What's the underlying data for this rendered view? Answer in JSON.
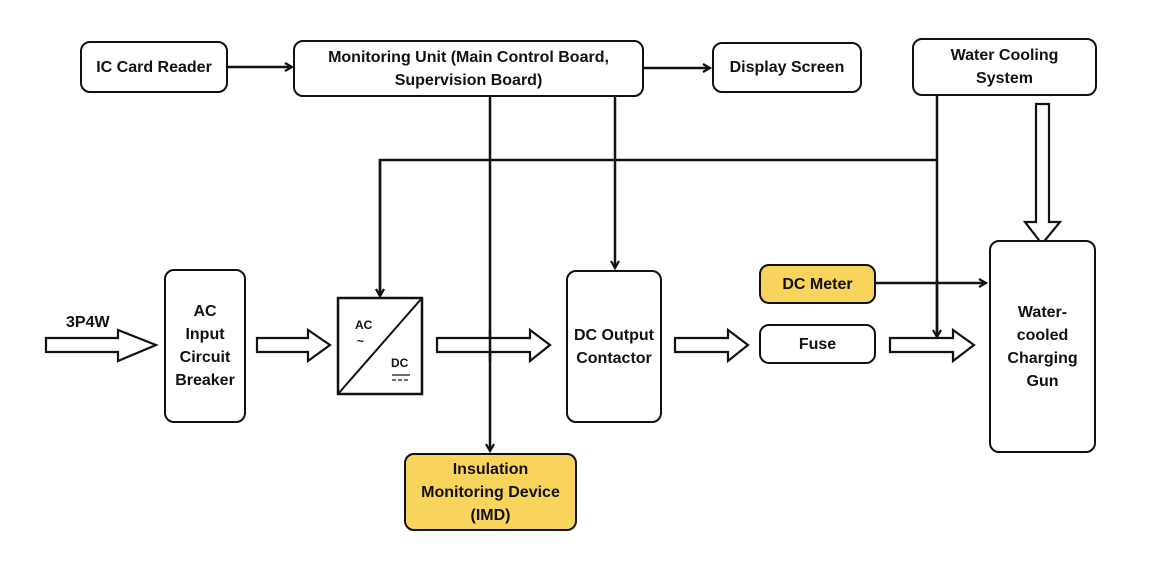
{
  "diagram": {
    "title": "Water-cooled DC charger block diagram",
    "accent_color": "#F9D45C",
    "nodes": {
      "ic_card_reader": "IC Card Reader",
      "monitoring_unit": "Monitoring Unit (Main Control Board, Supervision Board)",
      "display_screen": "Display Screen",
      "water_cooling": "Water Cooling System",
      "ac_breaker": "AC Input Circuit Breaker",
      "converter_ac": "AC",
      "converter_ac_symbol": "~",
      "converter_dc": "DC",
      "dc_contactor": "DC Output Contactor",
      "dc_meter": "DC Meter",
      "fuse": "Fuse",
      "charging_gun": "Water-cooled Charging Gun",
      "imd": "Insulation Monitoring Device (IMD)"
    },
    "input_label": "3P4W",
    "edges": [
      {
        "from": "ic_card_reader",
        "to": "monitoring_unit",
        "type": "signal"
      },
      {
        "from": "monitoring_unit",
        "to": "display_screen",
        "type": "signal"
      },
      {
        "from": "monitoring_unit",
        "to": "imd",
        "type": "signal"
      },
      {
        "from": "monitoring_unit",
        "to": "dc_contactor",
        "type": "signal"
      },
      {
        "from": "water_cooling",
        "to": "converter",
        "type": "signal"
      },
      {
        "from": "water_cooling",
        "to": "charging_gun",
        "type": "signal"
      },
      {
        "from": "water_cooling",
        "to": "charging_gun",
        "type": "coolant"
      },
      {
        "from": "dc_meter",
        "to": "charging_gun",
        "type": "signal"
      },
      {
        "from": "input",
        "to": "ac_breaker",
        "type": "power"
      },
      {
        "from": "ac_breaker",
        "to": "converter",
        "type": "power"
      },
      {
        "from": "converter",
        "to": "dc_contactor",
        "type": "power"
      },
      {
        "from": "dc_contactor",
        "to": "fuse",
        "type": "power"
      },
      {
        "from": "fuse",
        "to": "charging_gun",
        "type": "power"
      }
    ]
  }
}
